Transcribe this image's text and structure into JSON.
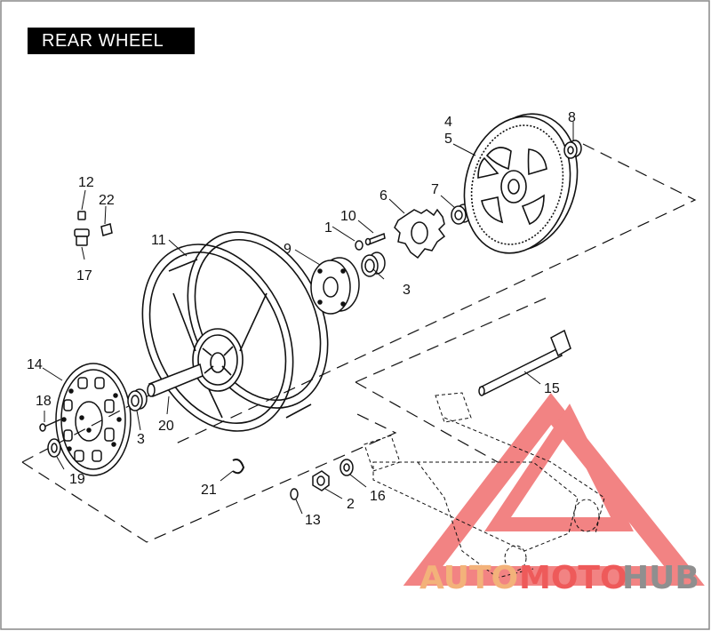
{
  "title": "REAR WHEEL",
  "callouts": [
    {
      "id": "c1",
      "text": "1"
    },
    {
      "id": "c2",
      "text": "2"
    },
    {
      "id": "c3a",
      "text": "3"
    },
    {
      "id": "c3b",
      "text": "3"
    },
    {
      "id": "c4",
      "text": "4"
    },
    {
      "id": "c5",
      "text": "5"
    },
    {
      "id": "c6",
      "text": "6"
    },
    {
      "id": "c7",
      "text": "7"
    },
    {
      "id": "c8",
      "text": "8"
    },
    {
      "id": "c9",
      "text": "9"
    },
    {
      "id": "c10",
      "text": "10"
    },
    {
      "id": "c11",
      "text": "11"
    },
    {
      "id": "c12",
      "text": "12"
    },
    {
      "id": "c13",
      "text": "13"
    },
    {
      "id": "c14",
      "text": "14"
    },
    {
      "id": "c15",
      "text": "15"
    },
    {
      "id": "c16",
      "text": "16"
    },
    {
      "id": "c17",
      "text": "17"
    },
    {
      "id": "c18",
      "text": "18"
    },
    {
      "id": "c19",
      "text": "19"
    },
    {
      "id": "c20",
      "text": "20"
    },
    {
      "id": "c21",
      "text": "21"
    },
    {
      "id": "c22",
      "text": "22"
    }
  ],
  "watermark": {
    "part1": "AUTO",
    "part2": "MOTO",
    "part3": "HUB",
    "color_orange": "#f3b27a",
    "color_red": "#ee5a5a",
    "color_gray": "#8f8f8f"
  },
  "colors": {
    "line": "#111111",
    "frame_border": "#888888",
    "title_bg": "#000000",
    "title_fg": "#ffffff"
  }
}
